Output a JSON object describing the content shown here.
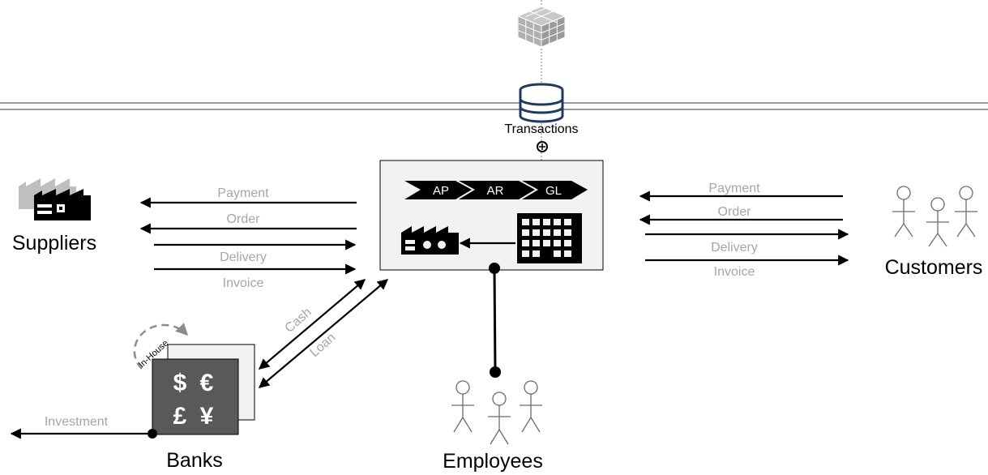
{
  "labels": {
    "transactions": "Transactions",
    "suppliers": "Suppliers",
    "customers": "Customers",
    "employees": "Employees",
    "banks": "Banks",
    "in_house": "In-House",
    "investment": "Investment",
    "cash": "Cash",
    "loan": "Loan"
  },
  "supplier_flows": [
    "Payment",
    "Order",
    "Delivery",
    "Invoice"
  ],
  "customer_flows": [
    "Payment",
    "Order",
    "Delivery",
    "Invoice"
  ],
  "process_chain": [
    "AP",
    "AR",
    "GL"
  ],
  "currency_symbols": [
    "$",
    "€",
    "£",
    "¥"
  ],
  "icons": {
    "cube": "data-cube-icon",
    "database": "database-icon",
    "sync": "sync-icon",
    "factory": "factory-icon",
    "office": "office-building-icon",
    "person": "person-icon"
  },
  "colors": {
    "flow_label": "#a6a6a6",
    "bank_front": "#595959",
    "bank_back": "#f2f2f2",
    "company_box": "#f2f2f2",
    "chevron": "#000000"
  }
}
